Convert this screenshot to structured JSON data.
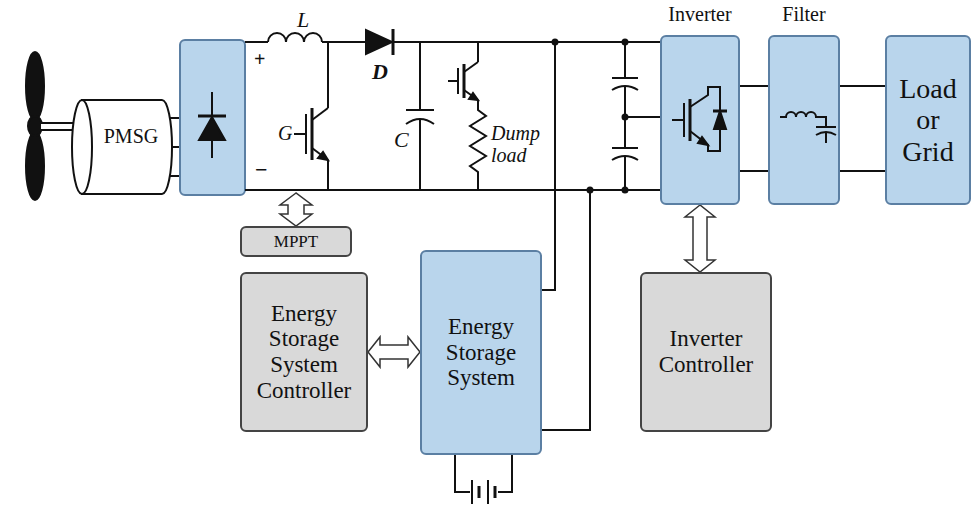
{
  "diagram": {
    "nodes": [
      {
        "text": [
          "PMSG"
        ]
      },
      {
        "text": [
          "Inverter"
        ]
      },
      {
        "text": [
          "Filter"
        ]
      },
      {
        "text": [
          "Load or Grid"
        ]
      },
      {
        "text": [
          "MPPT"
        ]
      },
      {
        "text": [
          "Energy Storage System Controller"
        ]
      },
      {
        "text": [
          "Energy Storage System"
        ]
      },
      {
        "text": [
          "Inverter Controller"
        ]
      }
    ],
    "edges": [
      {
        "from": 1,
        "to": 2,
        "arrow": "none"
      },
      {
        "from": 2,
        "to": 3,
        "arrow": "none"
      },
      {
        "from": 5,
        "to": 6,
        "arrow": "both"
      },
      {
        "from": 1,
        "to": 7,
        "arrow": "both"
      }
    ],
    "labels": [
      "L",
      "+",
      "G",
      "−",
      "D",
      "C",
      "Dump load"
    ]
  }
}
